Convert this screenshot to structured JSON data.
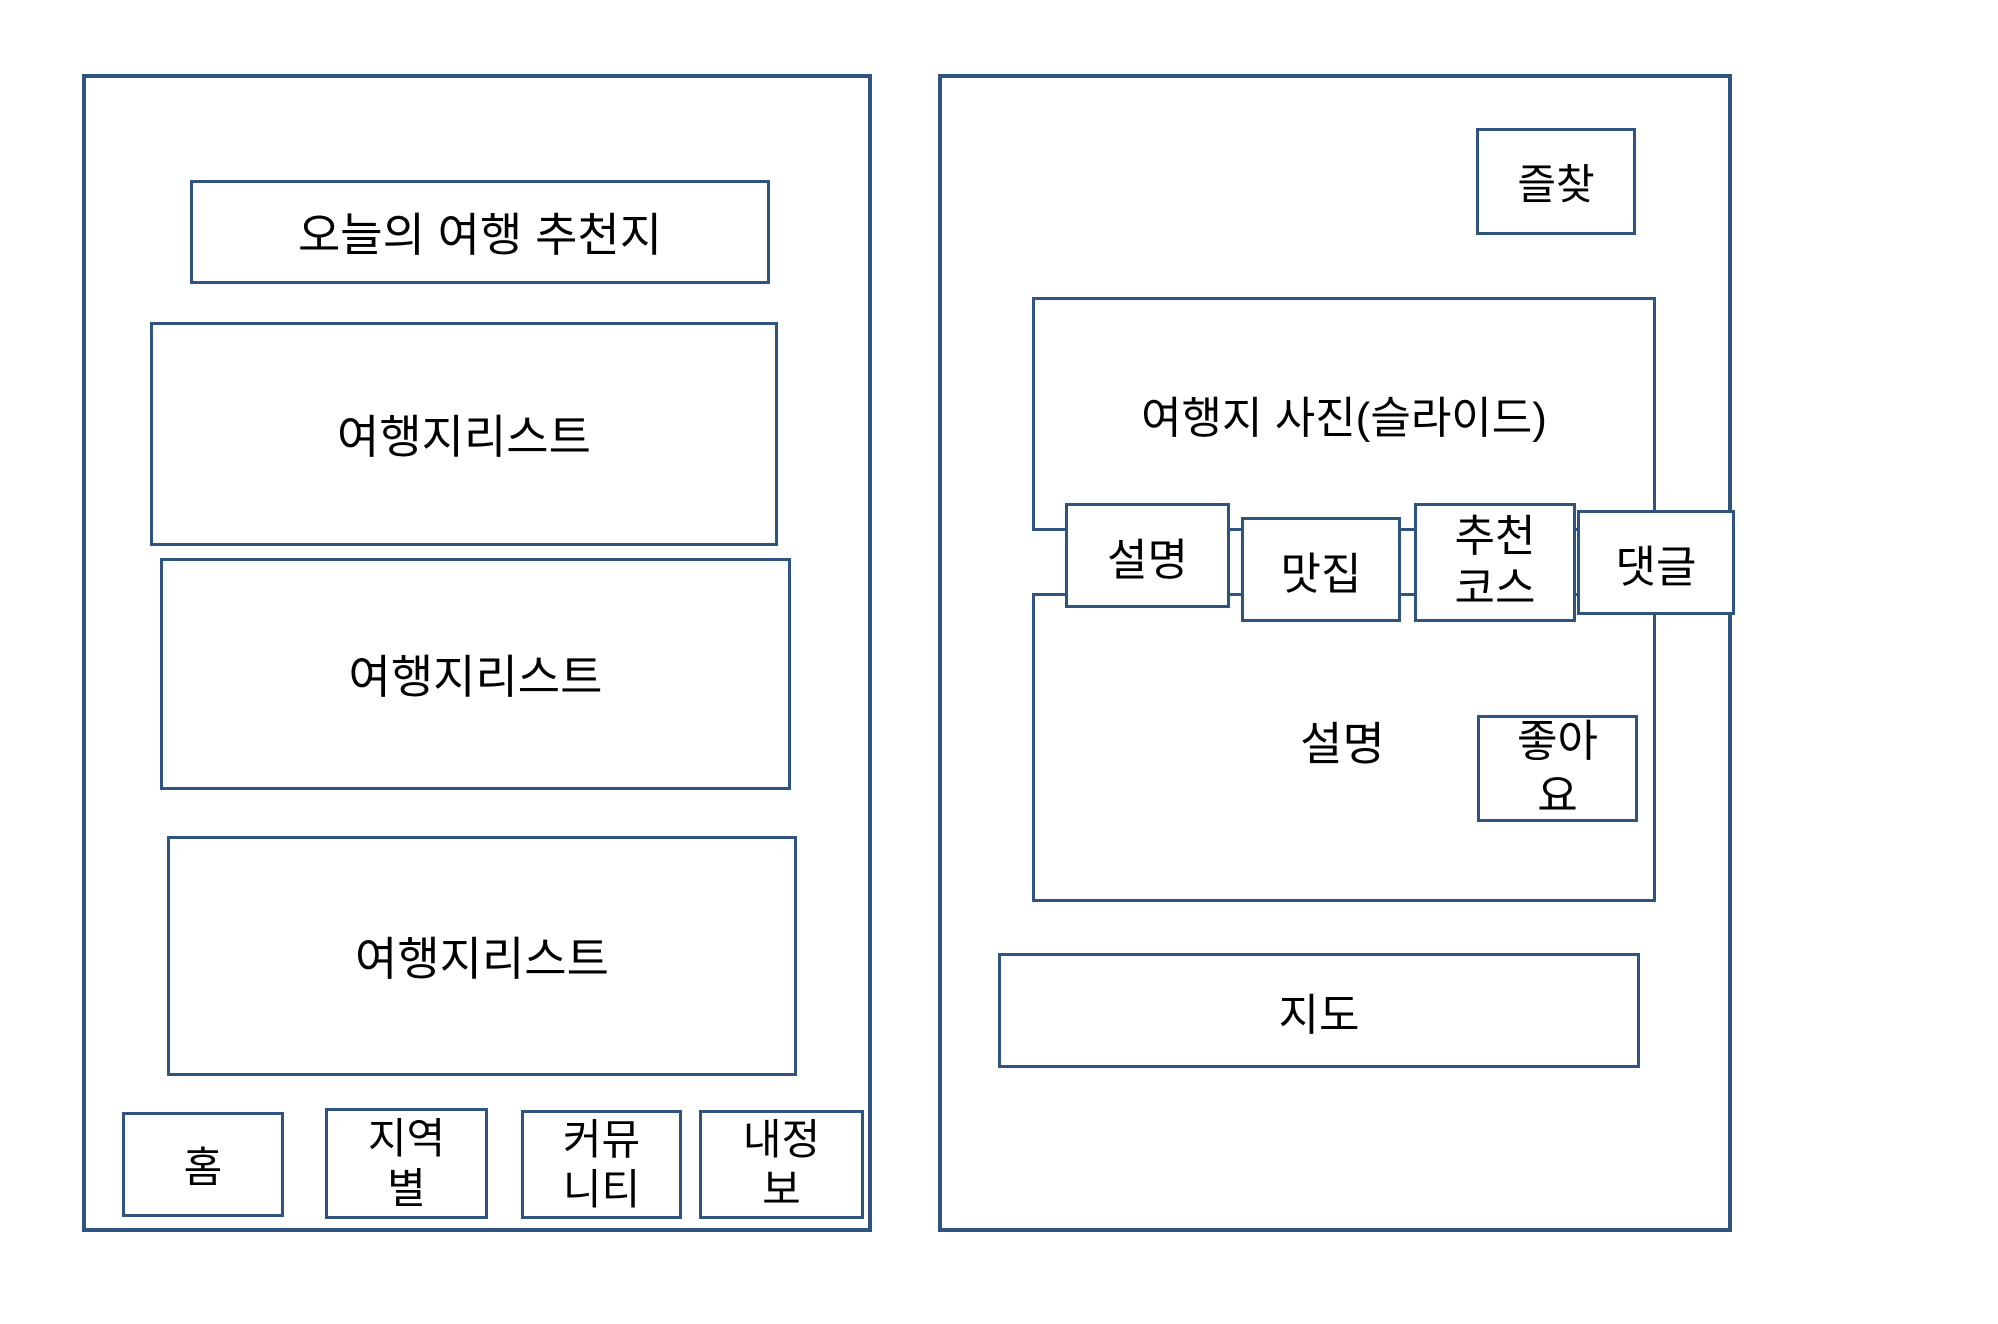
{
  "colors": {
    "line": "#2F5480",
    "text": "#000000",
    "background": "#FFFFFF"
  },
  "home_screen": {
    "header": "오늘의 여행 추천지",
    "list_placeholders": [
      {
        "label": "여행지리스트"
      },
      {
        "label": "여행지리스트"
      },
      {
        "label": "여행지리스트"
      }
    ],
    "nav_items": [
      {
        "label": "홈"
      },
      {
        "label": "지역별"
      },
      {
        "label": "커뮤니티"
      },
      {
        "label": "내정보"
      }
    ]
  },
  "detail_screen": {
    "favorites_button": "즐찾",
    "photo_slider_placeholder": "여행지 사진(슬라이드)",
    "tabs": [
      {
        "label": "설명"
      },
      {
        "label": "맛집"
      },
      {
        "label": "추천코스"
      },
      {
        "label": "댓글"
      }
    ],
    "description_placeholder": "설명",
    "like_button": "좋아요",
    "map_placeholder": "지도"
  }
}
